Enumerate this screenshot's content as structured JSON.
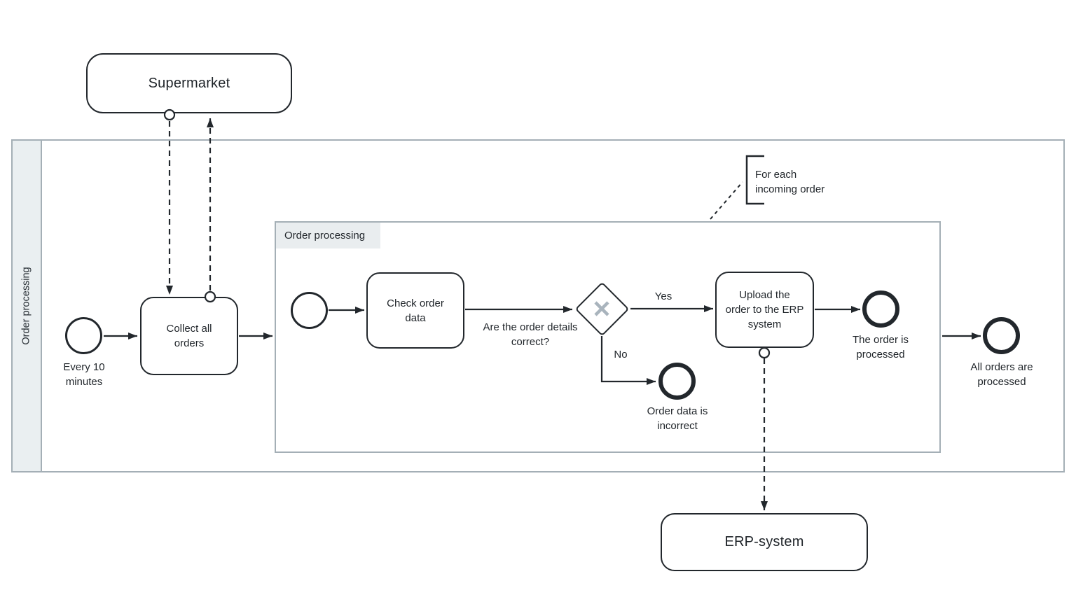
{
  "colors": {
    "stroke_dark": "#22272c",
    "container_border": "#a4afb6",
    "lane_fill": "#eaeff1",
    "subprocess_label_fill": "#e9edef",
    "gateway_x": "#a9b4bd",
    "background": "#ffffff"
  },
  "pool": {
    "lane_label": "Order processing"
  },
  "participants": {
    "supermarket": "Supermarket",
    "erp_system": "ERP-system"
  },
  "process": {
    "start_event_label": "Every 10 minutes",
    "collect_task": "Collect all orders",
    "subprocess_title": "Order processing",
    "check_task": "Check order data",
    "gateway_question": "Are the order details correct?",
    "yes_label": "Yes",
    "no_label": "No",
    "upload_task_lines": [
      "Upload the",
      "order to the ERP",
      "system"
    ],
    "end_incorrect": "Order data is incorrect",
    "end_processed": "The order is processed",
    "end_all_processed": "All orders are processed",
    "annotation": "For each incoming order"
  }
}
